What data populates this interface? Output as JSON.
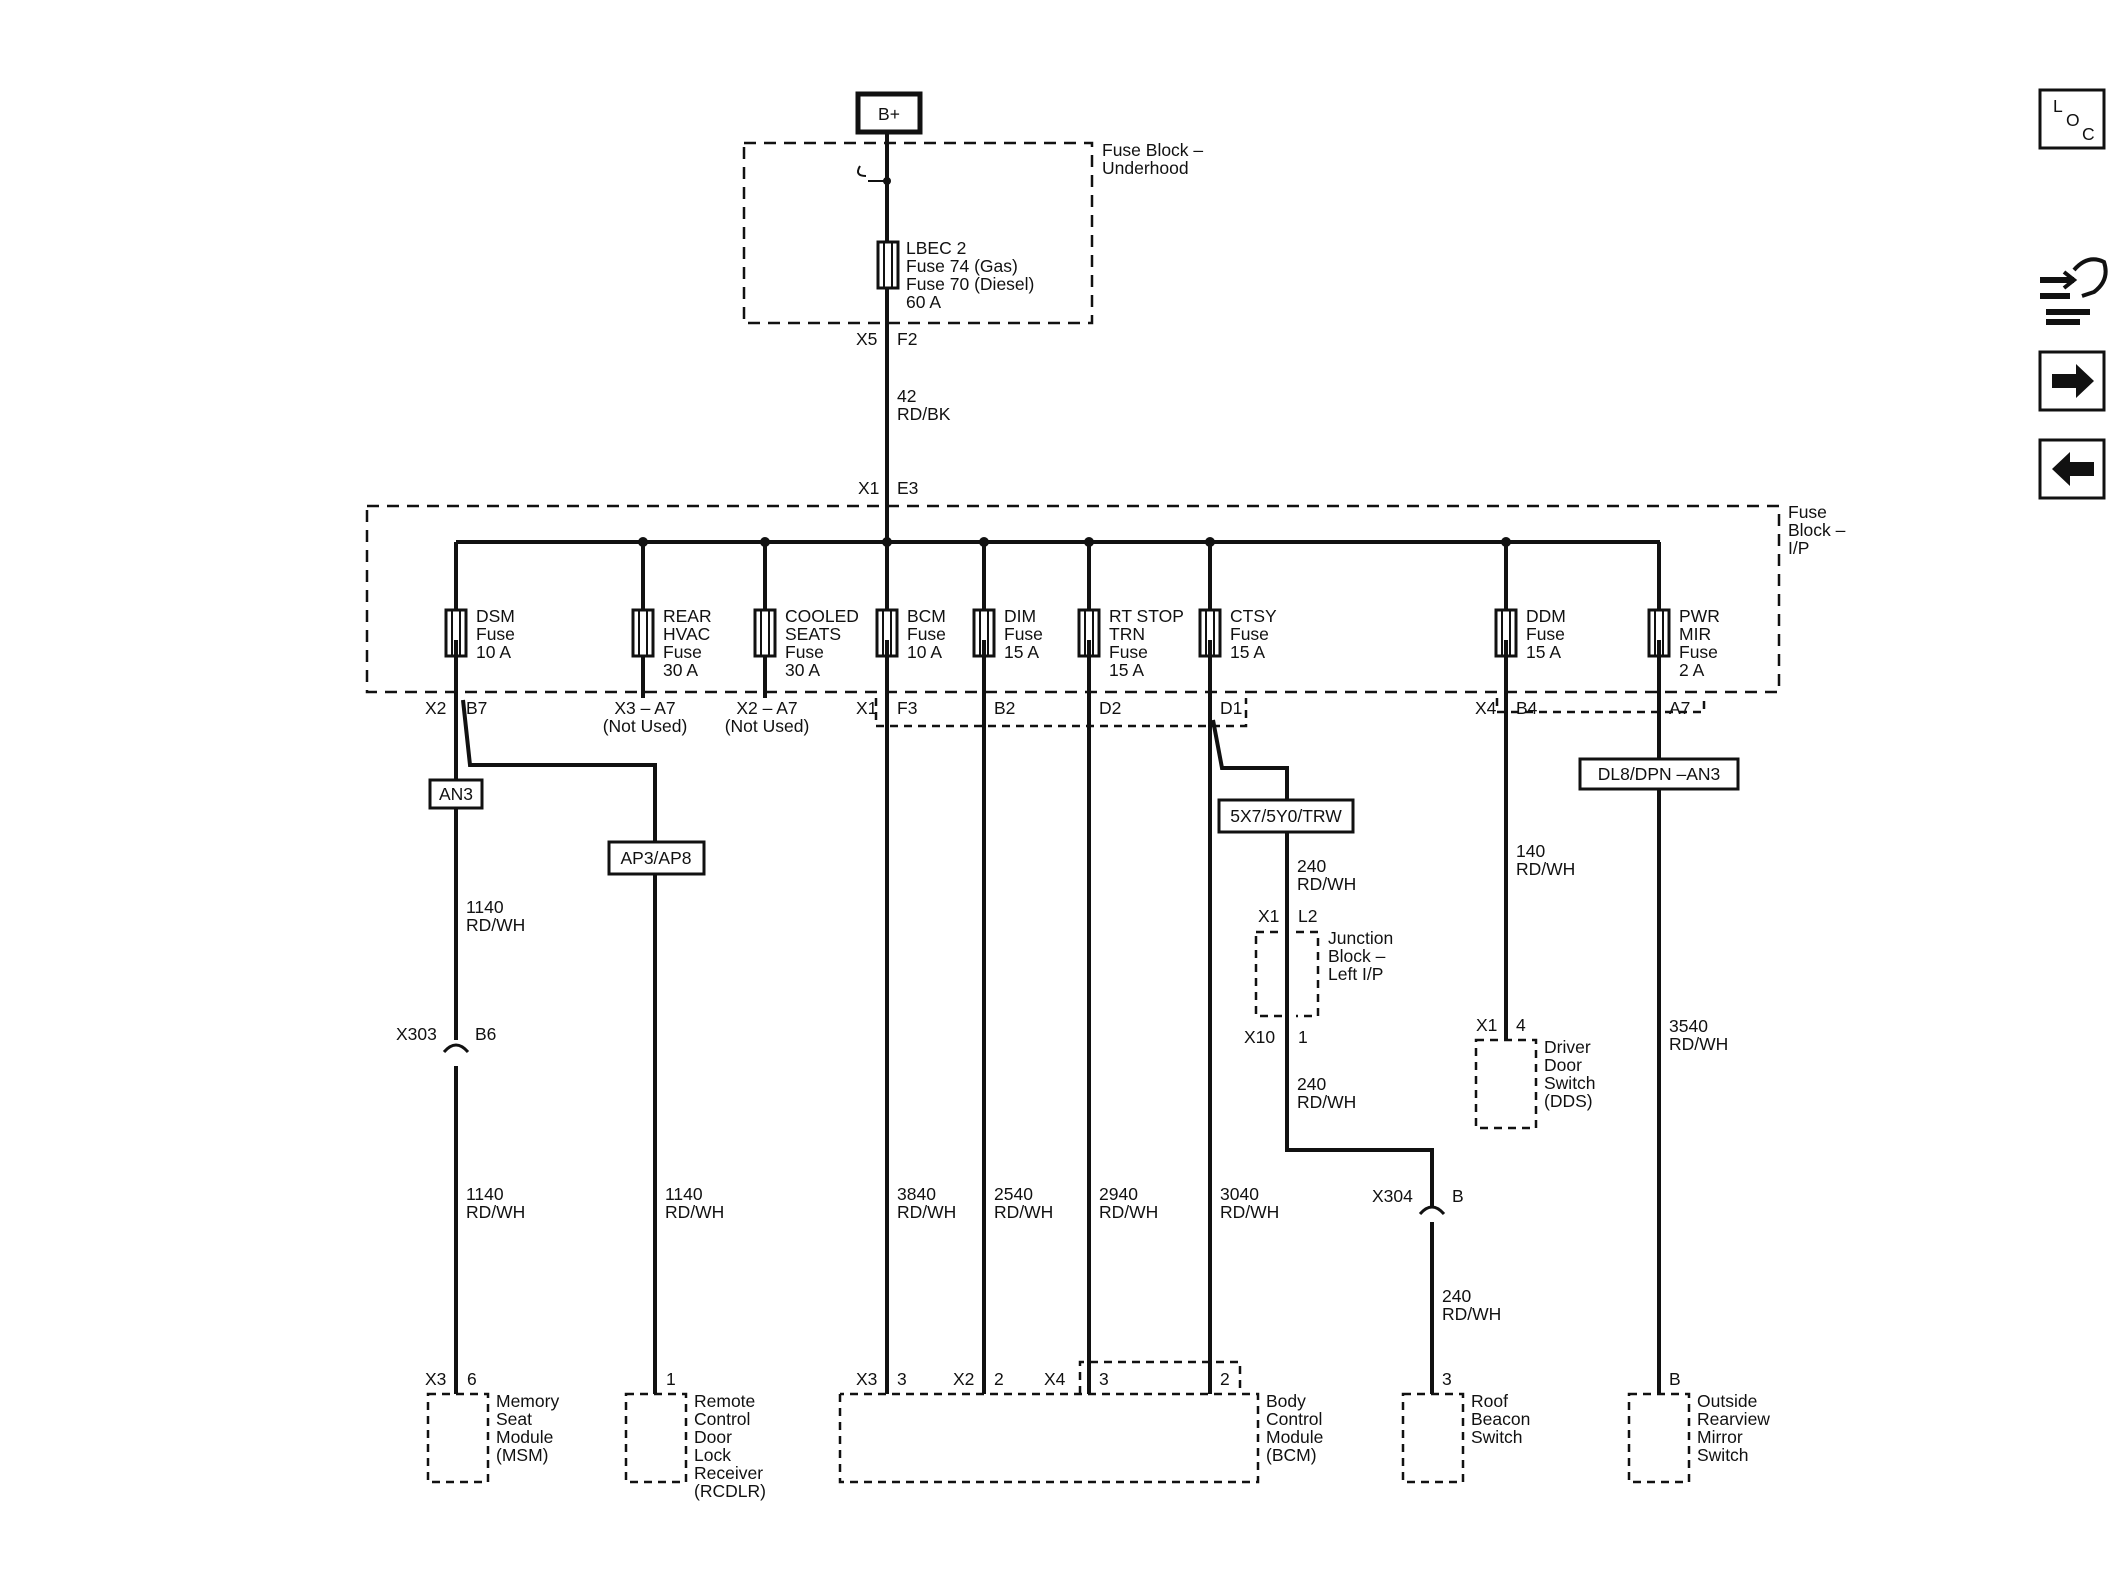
{
  "source": {
    "label": "B+"
  },
  "underhood": {
    "title": [
      "Fuse Block –",
      "Underhood"
    ],
    "fuse": [
      "LBEC 2",
      "Fuse 74 (Gas)",
      "Fuse 70 (Diesel)",
      "60 A"
    ],
    "conn": "X5",
    "pin": "F2"
  },
  "main_wire": [
    "42",
    "RD/BK"
  ],
  "ip_block": {
    "title": [
      "Fuse",
      "Block –",
      "I/P"
    ],
    "entry_conn": "X1",
    "entry_pin": "E3"
  },
  "fuses": [
    {
      "label": [
        "DSM",
        "Fuse",
        "10 A"
      ],
      "conn": "X2",
      "pin": "B7"
    },
    {
      "label": [
        "REAR",
        "HVAC",
        "Fuse",
        "30 A"
      ],
      "conn": "X3 – A7",
      "note": "(Not Used)"
    },
    {
      "label": [
        "COOLED",
        "SEATS",
        "Fuse",
        "30 A"
      ],
      "conn": "X2 – A7",
      "note": "(Not Used)"
    },
    {
      "label": [
        "BCM",
        "Fuse",
        "10 A"
      ],
      "conn": "X1",
      "pin": "F3"
    },
    {
      "label": [
        "DIM",
        "Fuse",
        "15 A"
      ],
      "pin": "B2"
    },
    {
      "label": [
        "RT STOP",
        "TRN",
        "Fuse",
        "15 A"
      ],
      "pin": "D2"
    },
    {
      "label": [
        "CTSY",
        "Fuse",
        "15 A"
      ],
      "pin": "D1"
    },
    {
      "label": [
        "DDM",
        "Fuse",
        "15 A"
      ],
      "conn": "X4",
      "pin": "B4"
    },
    {
      "label": [
        "PWR",
        "MIR",
        "Fuse",
        "2 A"
      ],
      "pin": "A7"
    }
  ],
  "options": {
    "an3": "AN3",
    "ap3": "AP3/AP8",
    "trw": "5X7/5Y0/TRW",
    "dl8": "DL8/DPN –AN3"
  },
  "wires": {
    "w1140a": [
      "1140",
      "RD/WH"
    ],
    "w1140b": [
      "1140",
      "RD/WH"
    ],
    "w1140c": [
      "1140",
      "RD/WH"
    ],
    "w3840": [
      "3840",
      "RD/WH"
    ],
    "w2540": [
      "2540",
      "RD/WH"
    ],
    "w2940": [
      "2940",
      "RD/WH"
    ],
    "w3040": [
      "3040",
      "RD/WH"
    ],
    "w240a": [
      "240",
      "RD/WH"
    ],
    "w240b": [
      "240",
      "RD/WH"
    ],
    "w240c": [
      "240",
      "RD/WH"
    ],
    "w140": [
      "140",
      "RD/WH"
    ],
    "w3540": [
      "3540",
      "RD/WH"
    ]
  },
  "inline": {
    "x303": {
      "conn": "X303",
      "pin": "B6"
    },
    "x304": {
      "conn": "X304",
      "pin": "B"
    }
  },
  "junction": {
    "title": [
      "Junction",
      "Block –",
      "Left I/P"
    ],
    "top_conn": "X1",
    "top_pin": "L2",
    "bot_conn": "X10",
    "bot_pin": "1"
  },
  "dds": {
    "title": [
      "Driver",
      "Door",
      "Switch",
      "(DDS)"
    ],
    "conn": "X1",
    "pin": "4"
  },
  "components": {
    "msm": {
      "title": [
        "Memory",
        "Seat",
        "Module",
        "(MSM)"
      ],
      "conn": "X3",
      "pin": "6"
    },
    "rcdlr": {
      "title": [
        "Remote",
        "Control",
        "Door",
        "Lock",
        "Receiver",
        "(RCDLR)"
      ],
      "pin": "1"
    },
    "bcm": {
      "title": [
        "Body",
        "Control",
        "Module",
        "(BCM)"
      ],
      "x3": "X3",
      "p3a": "3",
      "x2": "X2",
      "p2a": "2",
      "x4": "X4",
      "p3b": "3",
      "p2b": "2"
    },
    "roof": {
      "title": [
        "Roof",
        "Beacon",
        "Switch"
      ],
      "pin": "3"
    },
    "mirror": {
      "title": [
        "Outside",
        "Rearview",
        "Mirror",
        "Switch"
      ],
      "pin": "B"
    }
  },
  "nav": {
    "loc": [
      "L",
      "O",
      "C"
    ],
    "icons": [
      "connector-tool-icon",
      "arrow-right-icon",
      "arrow-left-icon"
    ]
  }
}
